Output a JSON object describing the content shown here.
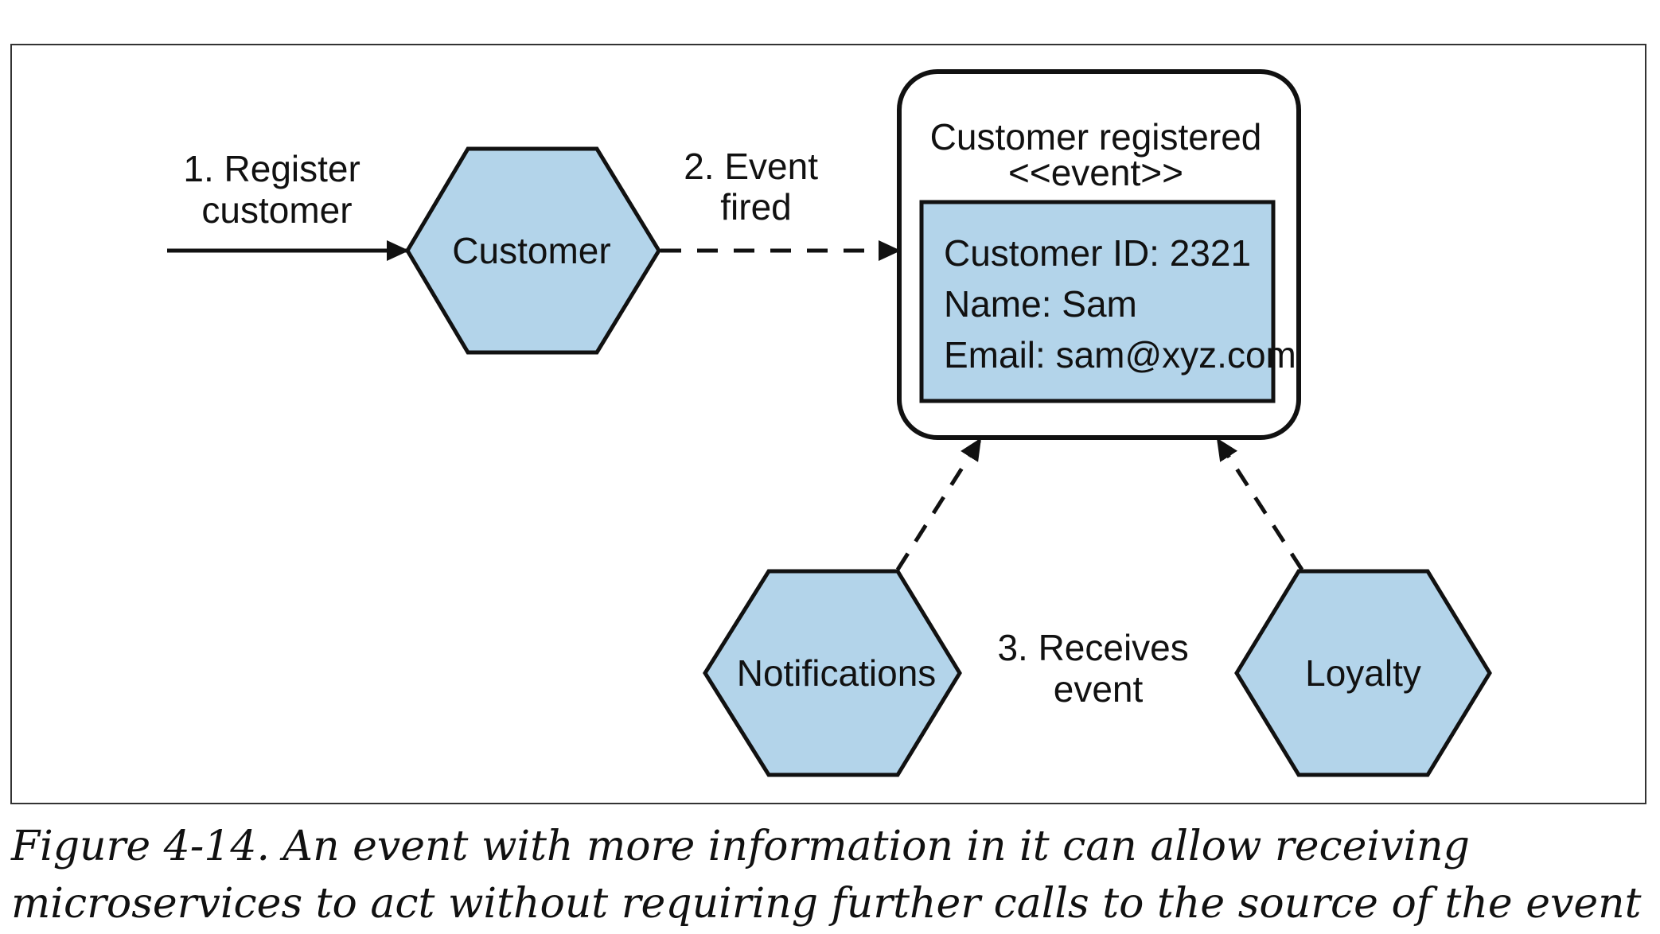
{
  "diagram": {
    "input_label_line1": "1. Register",
    "input_label_line2": "customer",
    "customer_service": "Customer",
    "event_fired_line1": "2. Event",
    "event_fired_line2": "fired",
    "event_title": "Customer registered",
    "event_stereotype": "<<event>>",
    "event_fields": [
      "Customer ID: 2321",
      "Name: Sam",
      "Email: sam@xyz.com"
    ],
    "notifications_service": "Notifications",
    "receives_line1": "3. Receives",
    "receives_line2": "event",
    "loyalty_service": "Loyalty"
  },
  "caption": "Figure 4-14. An event with more information in it can allow receiving microservices to act without requiring further calls to the source of the event",
  "colors": {
    "service_fill": "#b3d4ea",
    "stroke": "#111111",
    "frame": "#333333"
  }
}
